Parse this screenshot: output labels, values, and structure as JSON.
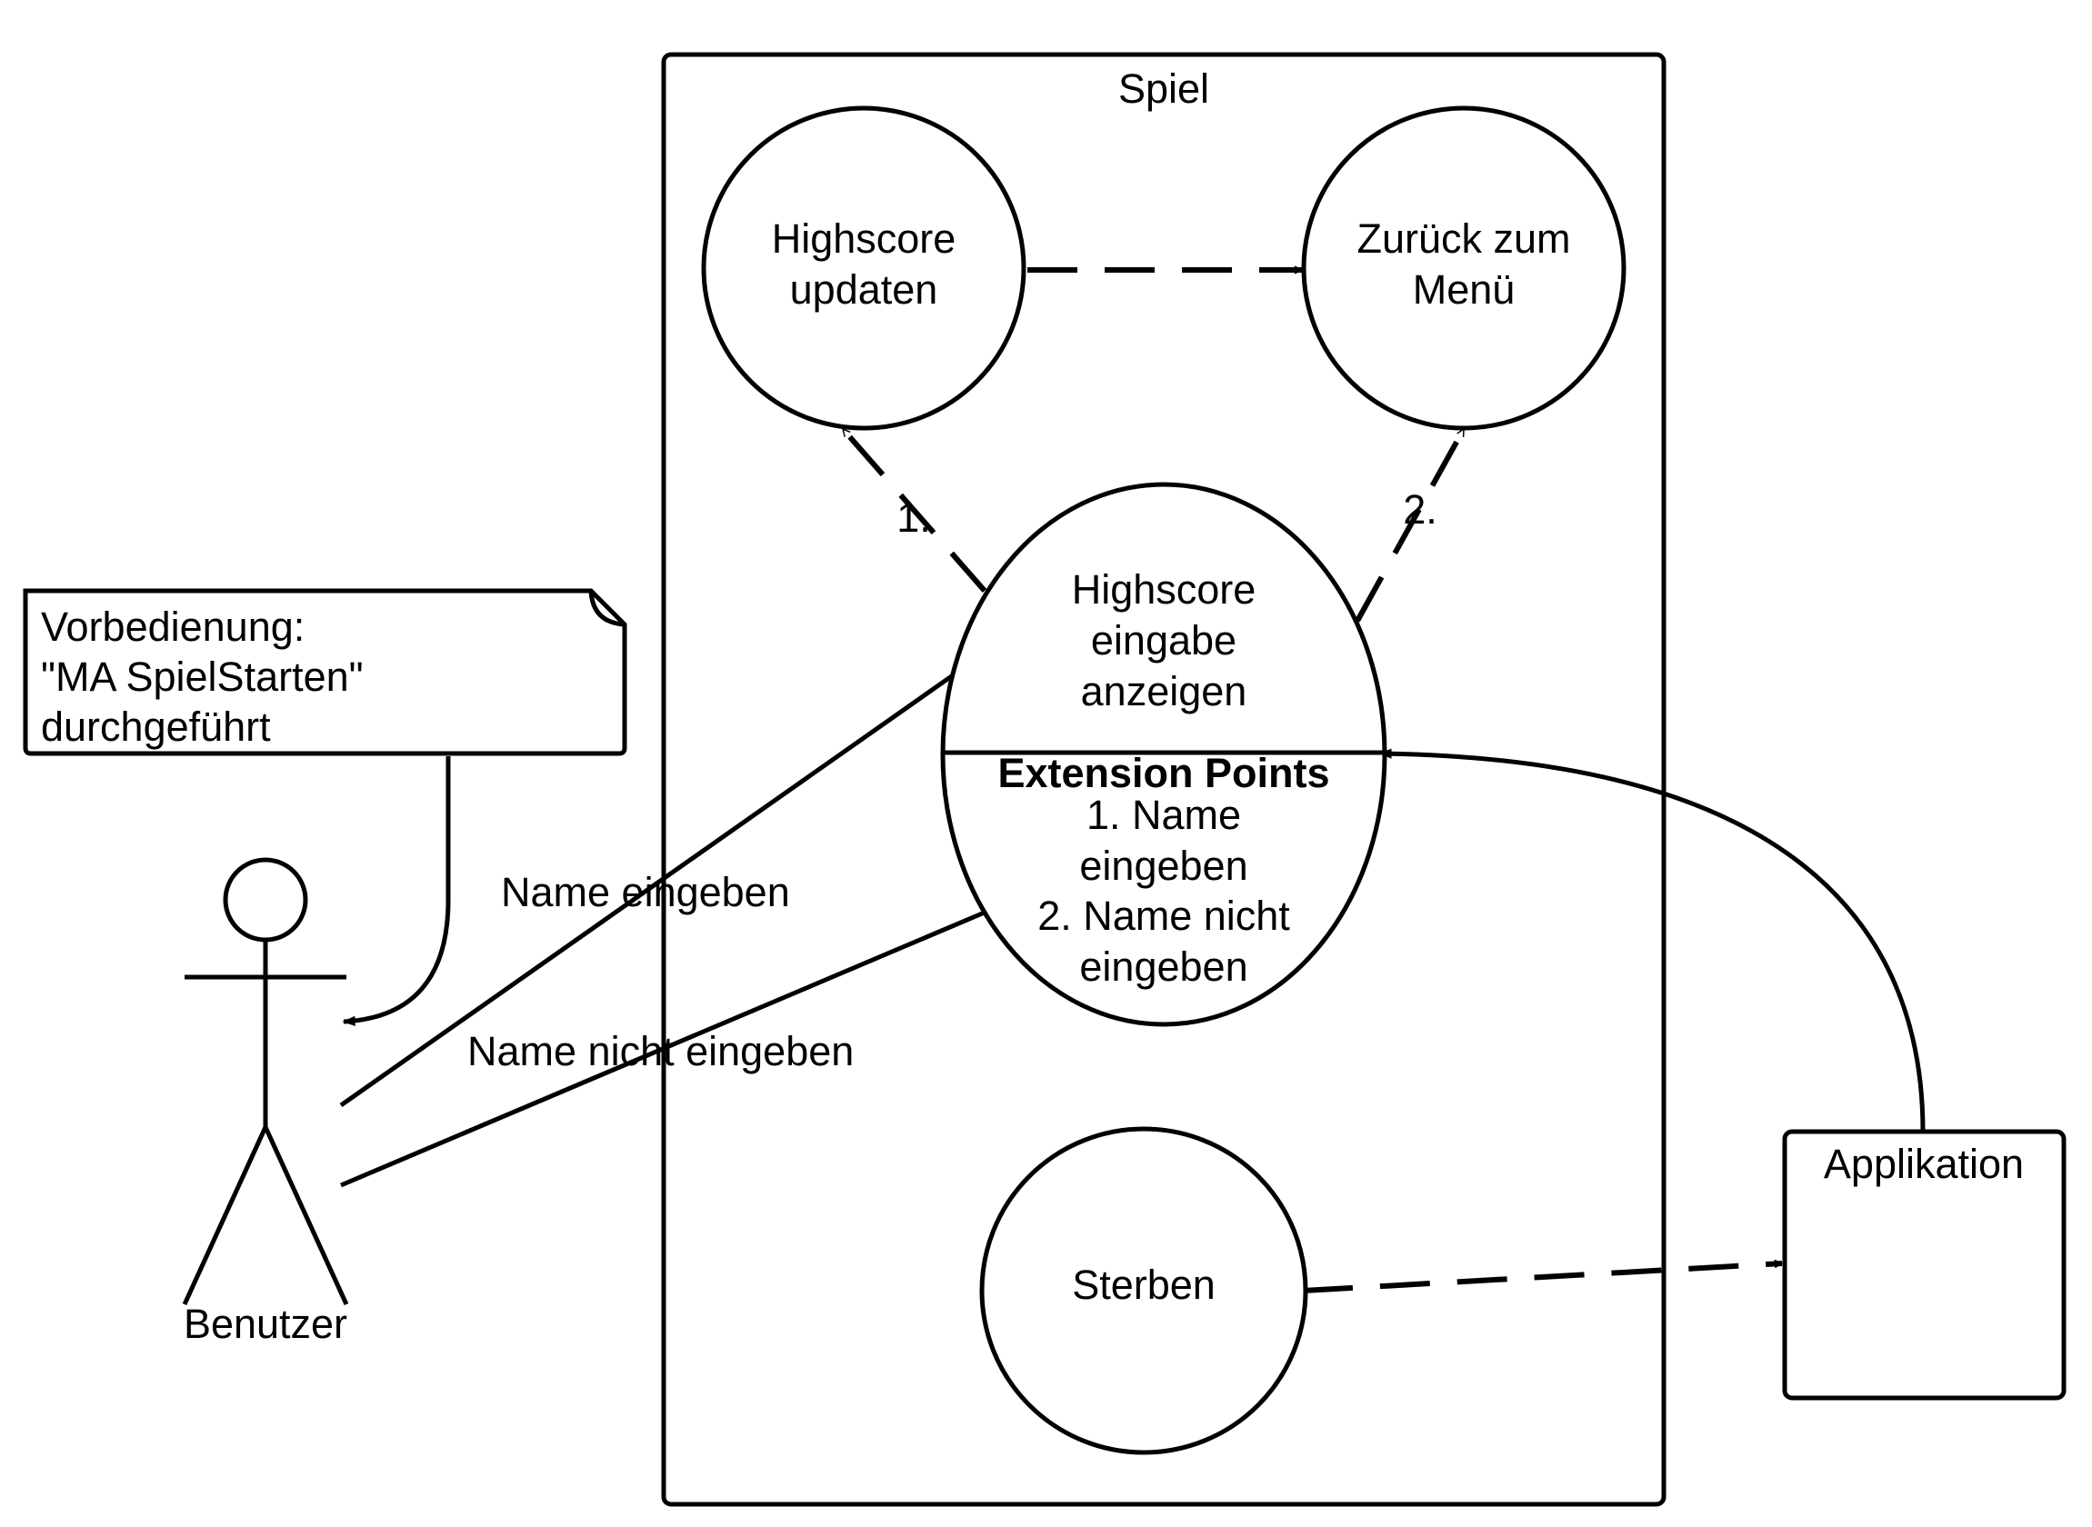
{
  "system": {
    "title": "Spiel"
  },
  "use_cases": {
    "highscore_updaten": [
      "Highscore",
      "updaten"
    ],
    "zurueck_zum_menue": [
      "Zurück zum",
      "Menü"
    ],
    "highscore_eingabe": [
      "Highscore",
      "eingabe",
      "anzeigen"
    ],
    "extension_points_title": "Extension Points",
    "extension_points": [
      "1. Name",
      "eingeben",
      "2. Name nicht",
      "eingeben"
    ],
    "sterben": "Sterben"
  },
  "edge_labels": {
    "extend_1": "1.",
    "extend_2": "2.",
    "name_eingeben": "Name eingeben",
    "name_nicht_eingeben": "Name nicht eingeben"
  },
  "actor": {
    "name": "Benutzer"
  },
  "note": {
    "lines": [
      "Vorbedienung:",
      "\"MA SpielStarten\"",
      "durchgeführt"
    ]
  },
  "applikation": {
    "title": "Applikation"
  }
}
